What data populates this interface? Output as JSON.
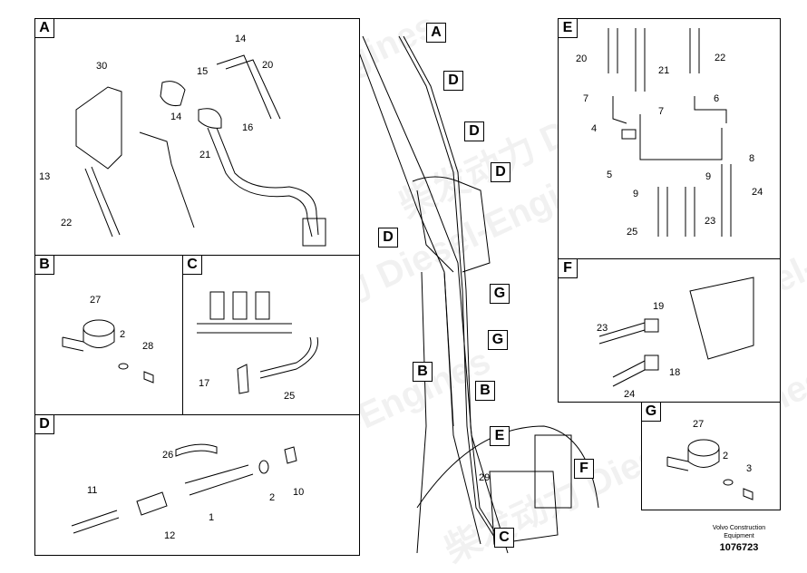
{
  "watermark": "柴发动力 Diesel-Engines",
  "panels": {
    "A": {
      "tag": "A",
      "labels": [
        "14",
        "30",
        "15",
        "20",
        "14",
        "16",
        "21",
        "13",
        "22"
      ]
    },
    "B": {
      "tag": "B",
      "labels": [
        "27",
        "2",
        "28"
      ]
    },
    "C": {
      "tag": "C",
      "labels": [
        "17",
        "25"
      ]
    },
    "D": {
      "tag": "D",
      "labels": [
        "26",
        "11",
        "2",
        "10",
        "12",
        "1"
      ]
    },
    "E": {
      "tag": "E",
      "labels": [
        "20",
        "21",
        "22",
        "7",
        "7",
        "6",
        "4",
        "5",
        "8",
        "9",
        "9",
        "24",
        "23",
        "25"
      ]
    },
    "F": {
      "tag": "F",
      "labels": [
        "19",
        "23",
        "18",
        "24"
      ]
    },
    "G": {
      "tag": "G",
      "labels": [
        "27",
        "2",
        "3"
      ]
    }
  },
  "main_view": {
    "callouts": [
      "A",
      "D",
      "D",
      "D",
      "D",
      "G",
      "G",
      "B",
      "B",
      "E",
      "F",
      "C"
    ],
    "labels": [
      "29"
    ]
  },
  "footer": {
    "brand_line1": "Volvo Construction",
    "brand_line2": "Equipment",
    "drawing_id": "1076723"
  }
}
